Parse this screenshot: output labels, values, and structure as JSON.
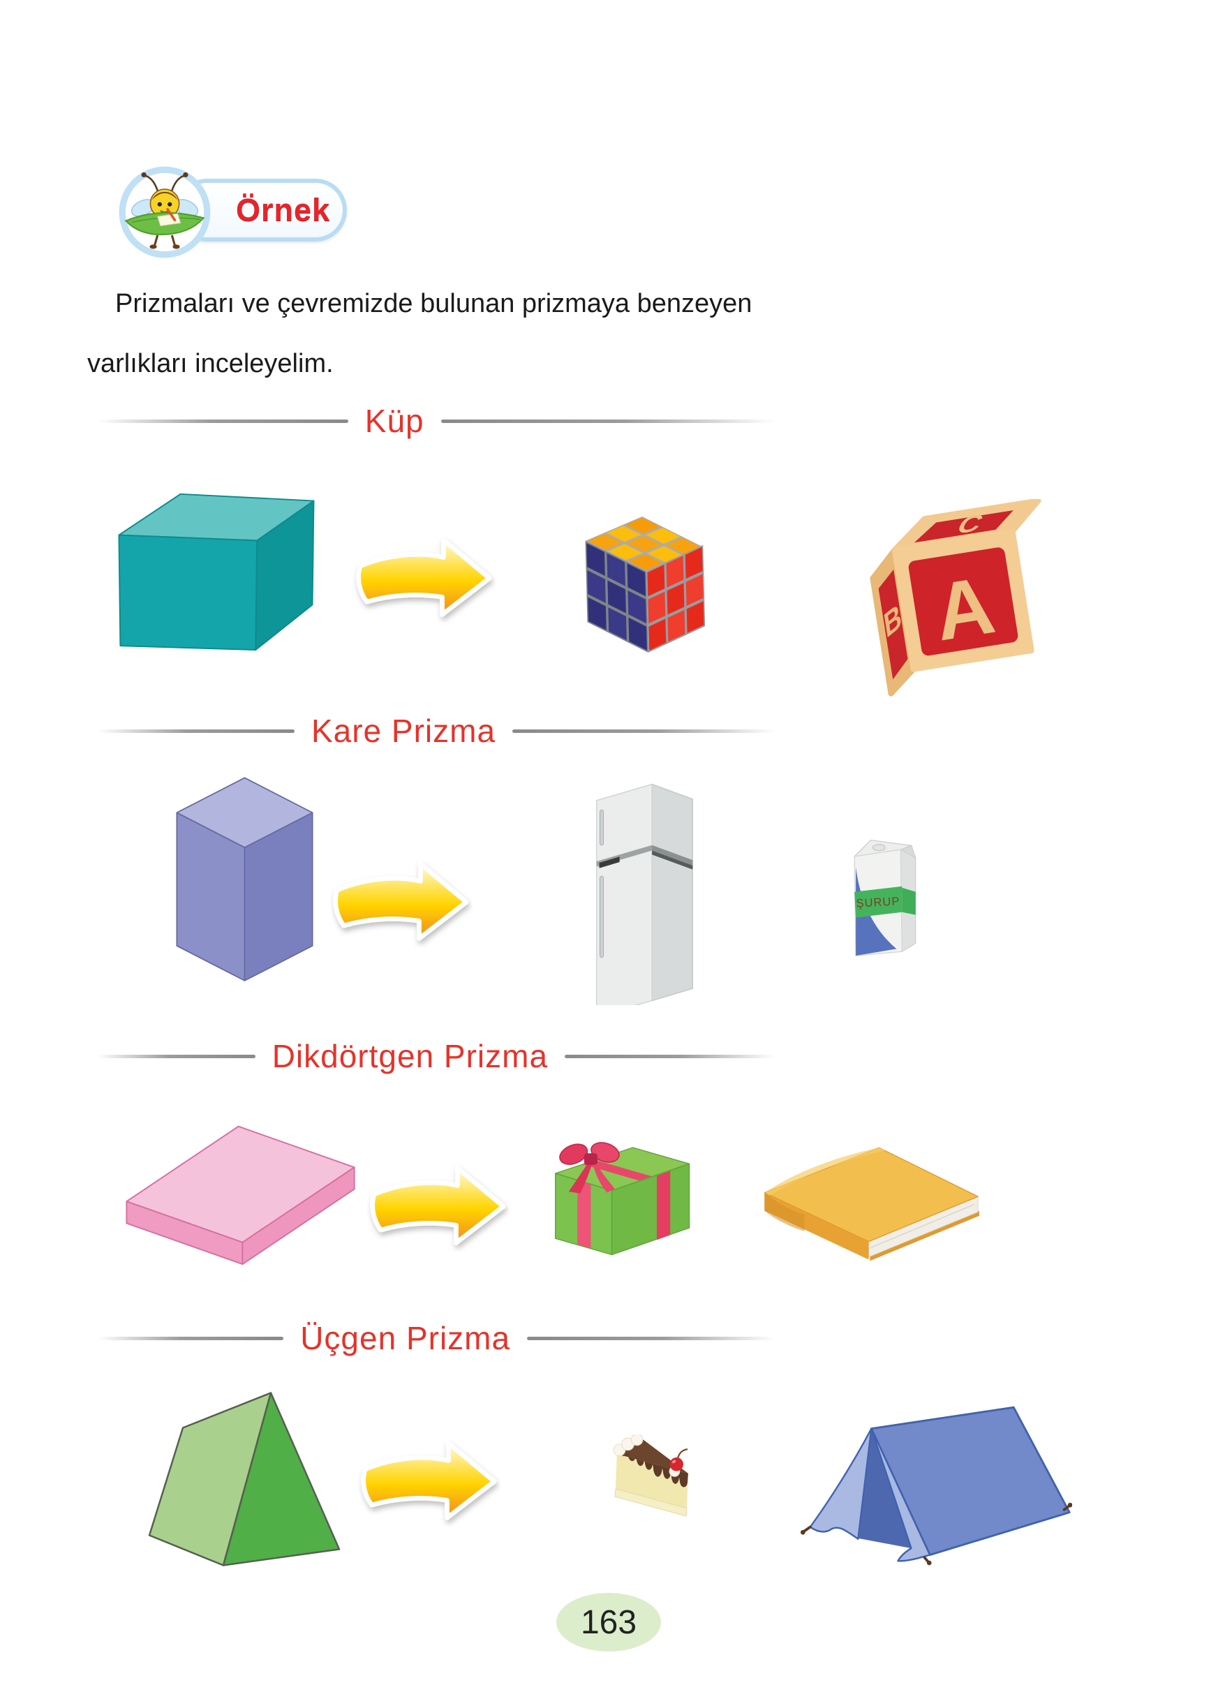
{
  "header": {
    "example_label": "Örnek",
    "mascot_icon": "bee-on-leaf-icon"
  },
  "intro": {
    "line1": "Prizmaları ve çevremizde bulunan prizmaya benzeyen",
    "line2": "varlıkları inceleyelim."
  },
  "sections": [
    {
      "title": "Küp",
      "shape_icon": "cube-icon",
      "arrow_icon": "curved-right-arrow-icon",
      "example_icons": [
        "rubiks-cube-icon",
        "alphabet-block-icon"
      ]
    },
    {
      "title": "Kare Prizma",
      "shape_icon": "square-prism-icon",
      "arrow_icon": "curved-right-arrow-icon",
      "example_icons": [
        "refrigerator-icon",
        "syrup-carton-icon"
      ]
    },
    {
      "title": "Dikdörtgen Prizma",
      "shape_icon": "rectangular-prism-icon",
      "arrow_icon": "curved-right-arrow-icon",
      "example_icons": [
        "gift-box-icon",
        "book-icon"
      ]
    },
    {
      "title": "Üçgen Prizma",
      "shape_icon": "triangular-prism-icon",
      "arrow_icon": "curved-right-arrow-icon",
      "example_icons": [
        "cake-slice-icon",
        "tent-icon"
      ]
    }
  ],
  "alphabet_block": {
    "front_letter": "A",
    "side_letter": "B",
    "top_letter": "C"
  },
  "syrup_carton": {
    "label": "ŞURUP"
  },
  "footer": {
    "page_number": "163"
  },
  "colors": {
    "section_title_red": "#e5332a",
    "divider_gray": "#9a9a9a",
    "badge_border_blue": "#b8dcf4",
    "badge_text_red": "#e5252b",
    "page_number_bg_green": "#dcedcb",
    "cube_teal": "#14a5aa",
    "prism_purple": "#8b90c8",
    "prism_pink": "#f09cc2",
    "prism_green": "#50af47",
    "gift_green": "#7cc24e",
    "ribbon_red": "#e8476b",
    "tent_blue": "#7289ca",
    "arrow_yellow": "#ffd400",
    "arrow_orange": "#f28a1e"
  }
}
